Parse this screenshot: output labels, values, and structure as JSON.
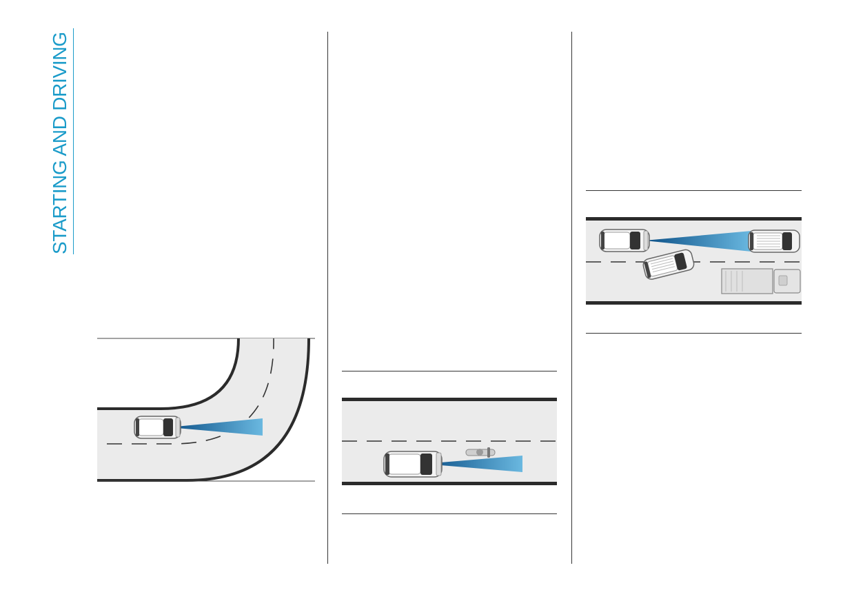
{
  "page": {
    "section_title": "STARTING AND DRIVING"
  },
  "figures": [
    {
      "subject": "vehicle detection on curve",
      "icon": "car-sensor-curve-icon"
    },
    {
      "subject": "motorcycle detection",
      "icon": "car-sensor-motorcycle-icon"
    },
    {
      "subject": "vehicle detection in traffic",
      "icon": "car-sensor-traffic-icon"
    }
  ],
  "colors": {
    "accent": "#1a9bc9",
    "road": "#ebebeb",
    "road_edge": "#2b2b2b",
    "sensor_beam": "#1d7fb8"
  }
}
